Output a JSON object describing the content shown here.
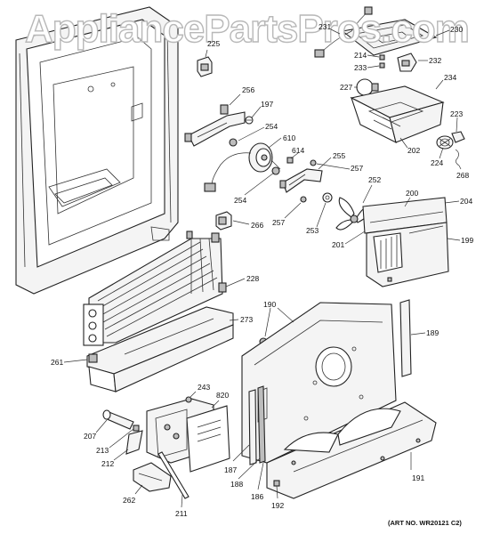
{
  "watermark": "AppliancePartsPros.com",
  "art_number": "(ART NO. WR20121 C2)",
  "callouts": [
    {
      "id": "c225",
      "text": "225"
    },
    {
      "id": "c231",
      "text": "231"
    },
    {
      "id": "c230",
      "text": "230"
    },
    {
      "id": "c214",
      "text": "214"
    },
    {
      "id": "c233",
      "text": "233"
    },
    {
      "id": "c232",
      "text": "232"
    },
    {
      "id": "c227",
      "text": "227"
    },
    {
      "id": "c234",
      "text": "234"
    },
    {
      "id": "c256",
      "text": "256"
    },
    {
      "id": "c197",
      "text": "197"
    },
    {
      "id": "c254a",
      "text": "254"
    },
    {
      "id": "c610",
      "text": "610"
    },
    {
      "id": "c223",
      "text": "223"
    },
    {
      "id": "c614",
      "text": "614"
    },
    {
      "id": "c202",
      "text": "202"
    },
    {
      "id": "c224",
      "text": "224"
    },
    {
      "id": "c268",
      "text": "268"
    },
    {
      "id": "c255",
      "text": "255"
    },
    {
      "id": "c257a",
      "text": "257"
    },
    {
      "id": "c254b",
      "text": "254"
    },
    {
      "id": "c252",
      "text": "252"
    },
    {
      "id": "c200",
      "text": "200"
    },
    {
      "id": "c204",
      "text": "204"
    },
    {
      "id": "c266",
      "text": "266"
    },
    {
      "id": "c257b",
      "text": "257"
    },
    {
      "id": "c253",
      "text": "253"
    },
    {
      "id": "c201",
      "text": "201"
    },
    {
      "id": "c199",
      "text": "199"
    },
    {
      "id": "c228",
      "text": "228"
    },
    {
      "id": "c190",
      "text": "190"
    },
    {
      "id": "c273",
      "text": "273"
    },
    {
      "id": "c189",
      "text": "189"
    },
    {
      "id": "c261",
      "text": "261"
    },
    {
      "id": "c243",
      "text": "243"
    },
    {
      "id": "c820",
      "text": "820"
    },
    {
      "id": "c207",
      "text": "207"
    },
    {
      "id": "c213",
      "text": "213"
    },
    {
      "id": "c212",
      "text": "212"
    },
    {
      "id": "c187",
      "text": "187"
    },
    {
      "id": "c188",
      "text": "188"
    },
    {
      "id": "c186",
      "text": "186"
    },
    {
      "id": "c192",
      "text": "192"
    },
    {
      "id": "c191",
      "text": "191"
    },
    {
      "id": "c262",
      "text": "262"
    },
    {
      "id": "c211",
      "text": "211"
    }
  ]
}
